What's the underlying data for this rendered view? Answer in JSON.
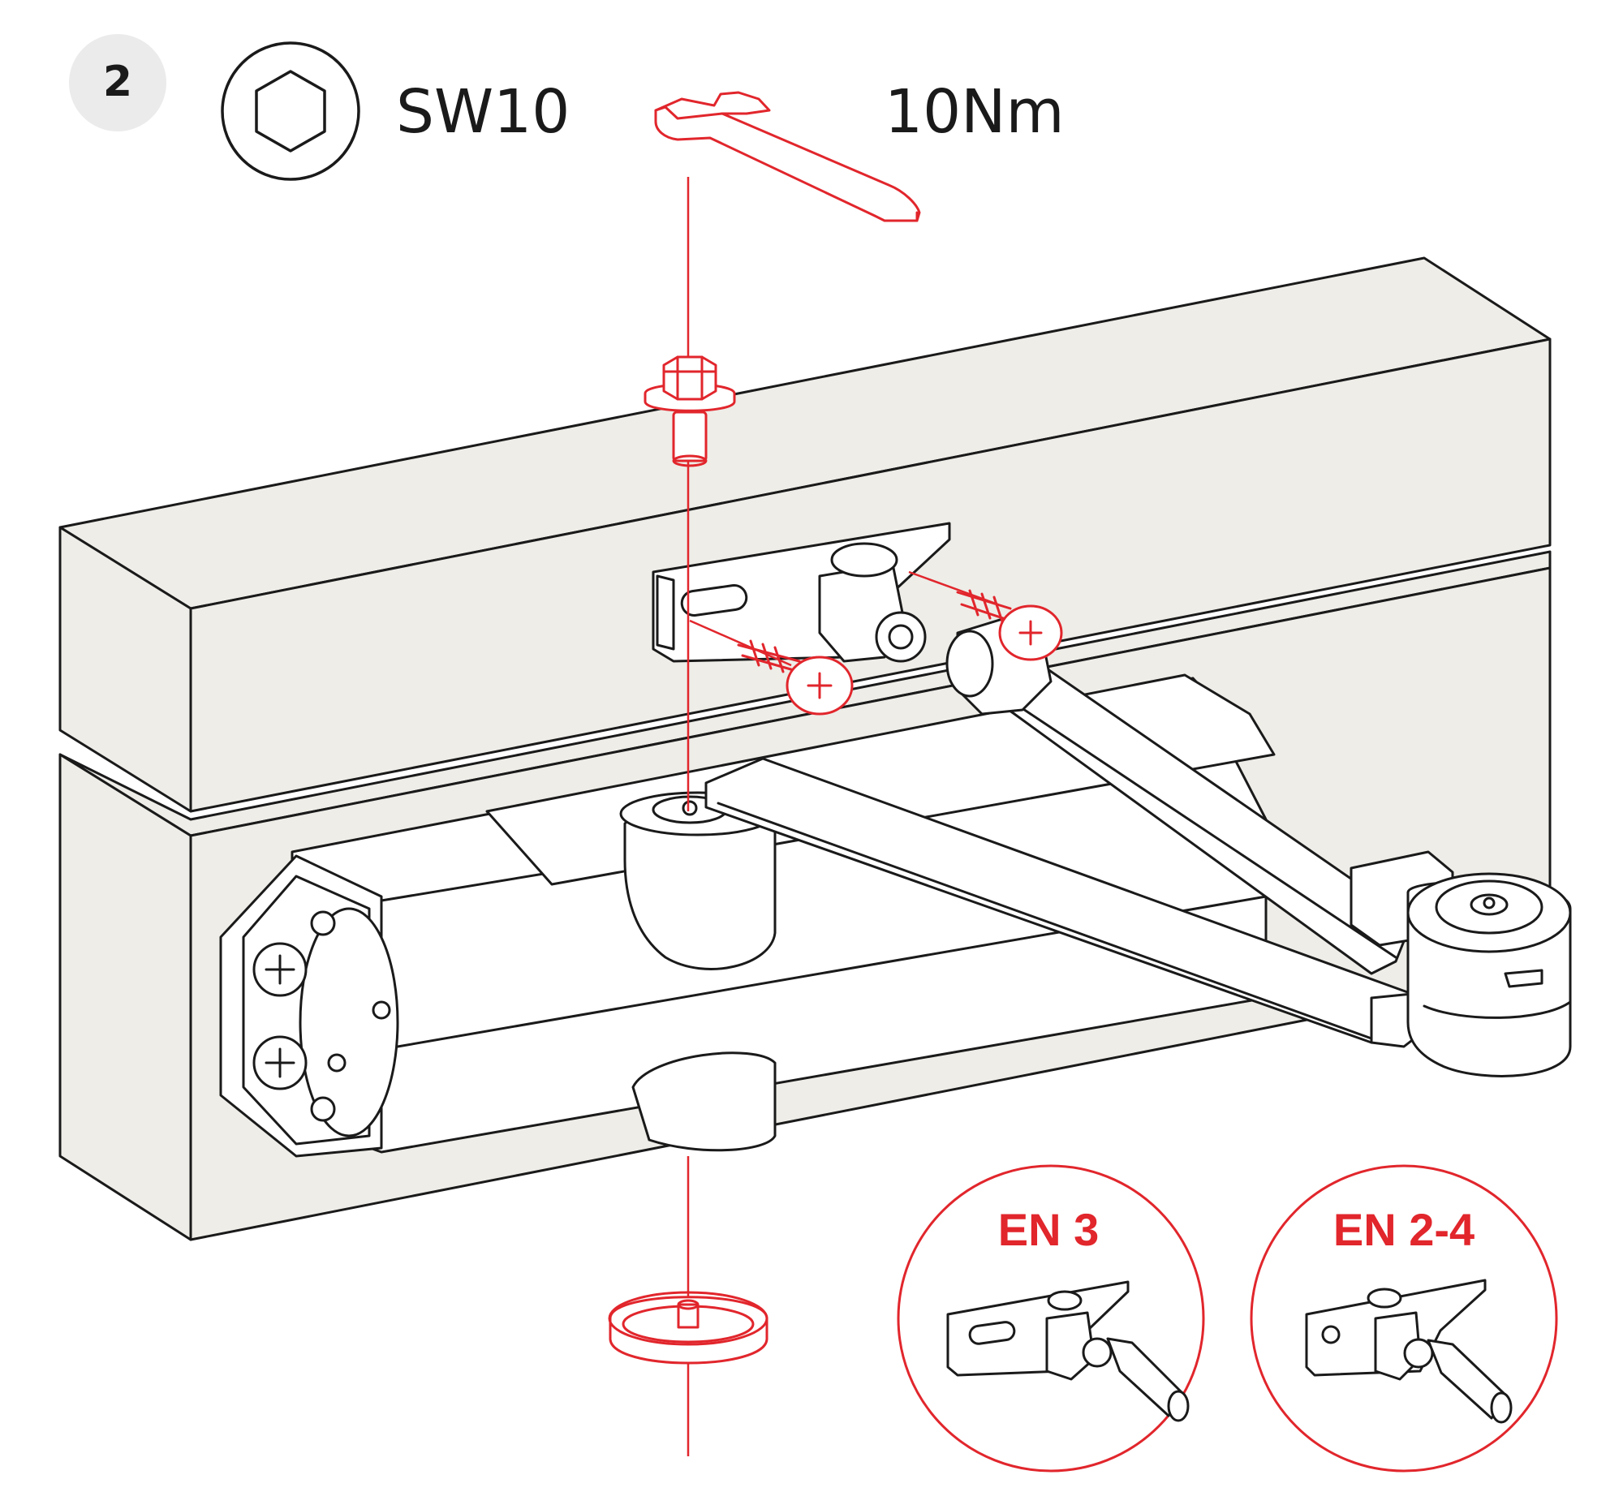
{
  "step": {
    "number": "2"
  },
  "tool": {
    "icon": "hex-socket-icon",
    "size_label": "SW10"
  },
  "torque": {
    "icon": "wrench-icon",
    "value_label": "10Nm"
  },
  "details": [
    {
      "label": "EN 3"
    },
    {
      "label": "EN 2-4"
    }
  ],
  "colors": {
    "accent": "#e1262c",
    "line": "#1a1a1a",
    "frame_fill": "#eeede8",
    "badge_fill": "#ebebeb"
  }
}
